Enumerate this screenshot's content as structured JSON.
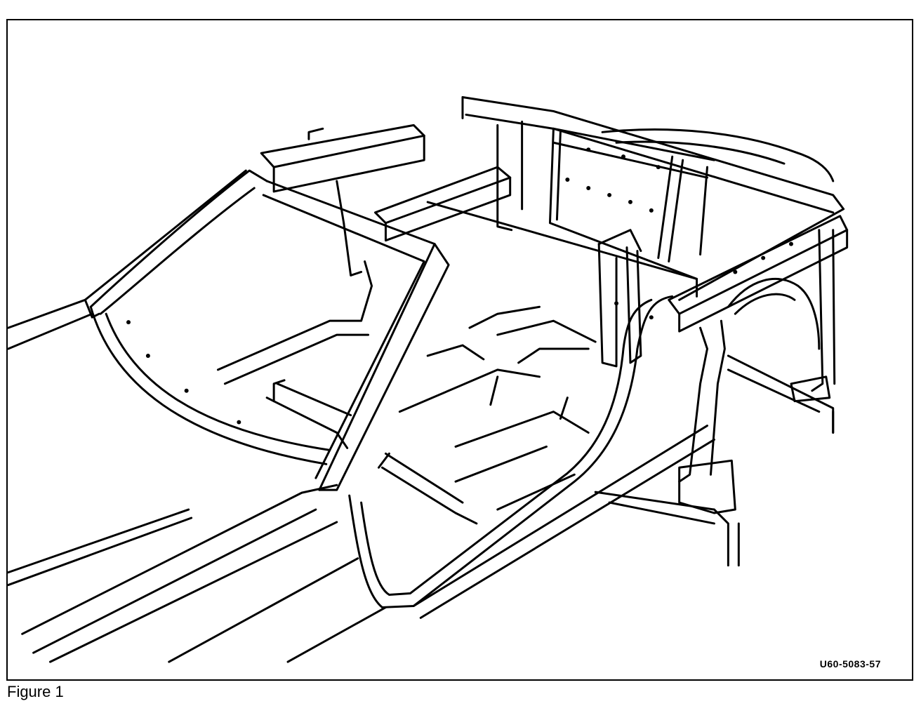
{
  "figure": {
    "code": "U60-5083-57",
    "caption": "Figure 1",
    "subject": "vehicle body shell mounted in alignment fixture",
    "line_color": "#000000",
    "background_color": "#ffffff"
  }
}
